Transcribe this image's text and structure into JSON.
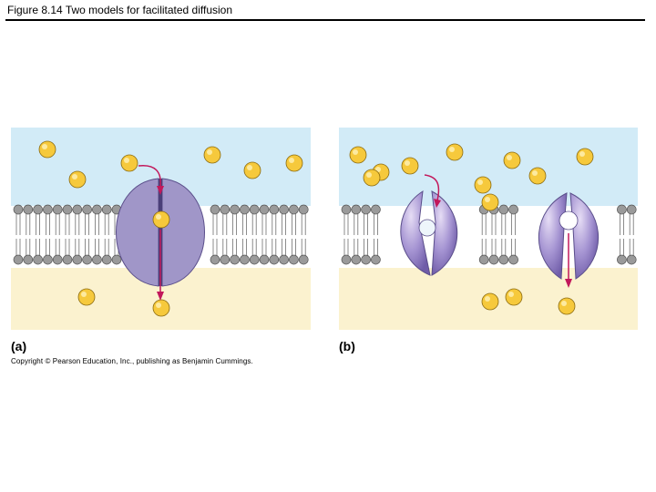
{
  "header": {
    "title": "Figure 8.14  Two models for facilitated diffusion"
  },
  "panels": [
    {
      "label": "(a)"
    },
    {
      "label": "(b)"
    }
  ],
  "footer": {
    "copyright": "Copyright © Pearson Education, Inc., publishing as Benjamin Cummings."
  },
  "colors": {
    "extracellular": "#d2ebf7",
    "cytoplasm": "#fbf2cf",
    "membrane_head": "#9a9a9a",
    "protein": "#9d8fc6",
    "solute": "#f6c93c",
    "arrow": "#c2185b"
  }
}
